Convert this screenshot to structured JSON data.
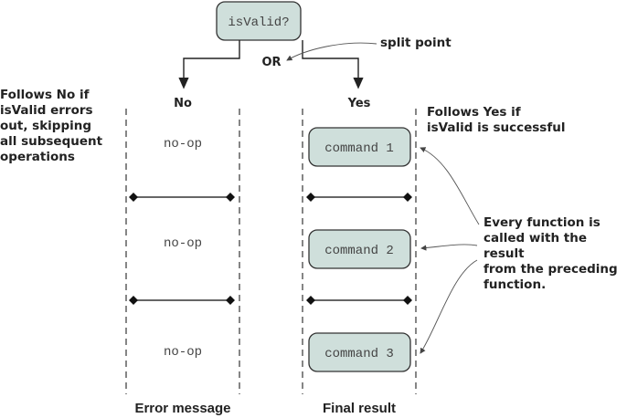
{
  "decision": {
    "label": "isValid?",
    "split_operator": "OR",
    "split_annotation": "split point"
  },
  "branches": {
    "no": {
      "label": "No",
      "steps": [
        "no-op",
        "no-op",
        "no-op"
      ],
      "outcome": "Error message",
      "annotation": "Follows No if\nisValid errors\nout, skipping\nall subsequent\noperations"
    },
    "yes": {
      "label": "Yes",
      "steps": [
        "command 1",
        "command 2",
        "command 3"
      ],
      "outcome": "Final result",
      "annotation": "Follows Yes if\nisValid is successful"
    }
  },
  "chain_annotation": "Every function is\ncalled with the result\nfrom the preceding\nfunction.",
  "colors": {
    "box_fill": "#cfdfdb",
    "box_stroke": "#333333",
    "text": "#222222"
  }
}
